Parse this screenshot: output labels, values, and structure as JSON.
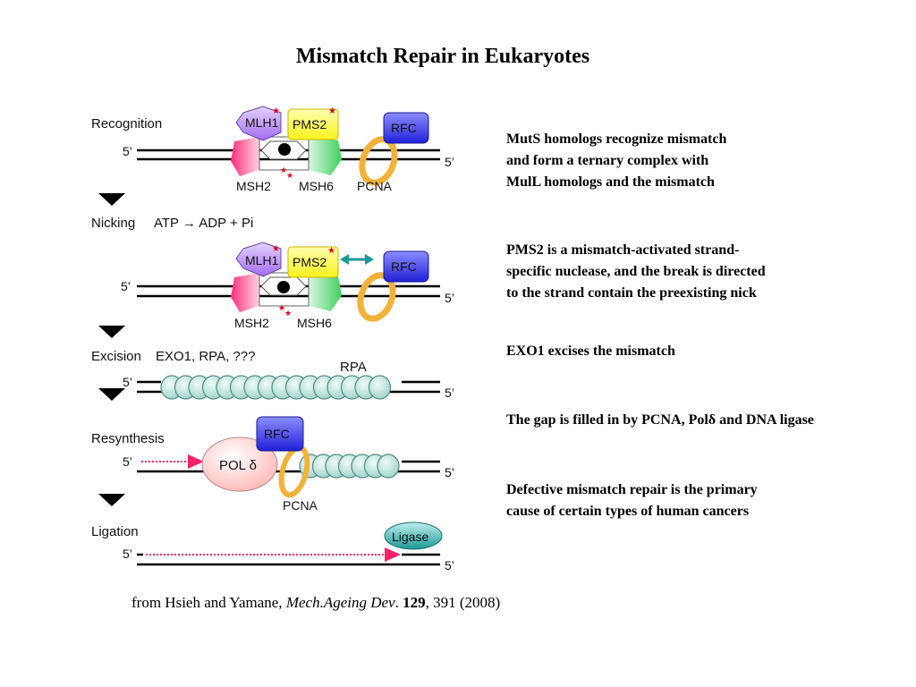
{
  "title": "Mismatch Repair in Eukaryotes",
  "steps": {
    "recognition": "Recognition",
    "nicking": "Nicking",
    "nicking_reaction": "ATP → ADP + Pi",
    "excision": "Excision",
    "excision_factors": "EXO1, RPA, ???",
    "resynthesis": "Resynthesis",
    "ligation": "Ligation"
  },
  "labels": {
    "five_prime": "5’",
    "mlh1": "MLH1",
    "pms2": "PMS2",
    "msh2": "MSH2",
    "msh6": "MSH6",
    "rfc": "RFC",
    "pcna": "PCNA",
    "rpa": "RPA",
    "pol_delta": "POL δ",
    "ligase": "Ligase"
  },
  "notes": [
    [
      "MutS homologs recognize mismatch",
      "and form a ternary complex with",
      "MulL homologs and the mismatch"
    ],
    [
      "PMS2 is a mismatch-activated strand-",
      "specific nuclease, and the break is directed",
      "to the strand contain the preexisting nick"
    ],
    [
      "EXO1 excises the mismatch"
    ],
    [
      "The gap is filled in by PCNA, Polδ and DNA ligase"
    ],
    [
      "Defective mismatch repair is the primary",
      "cause of certain types of human cancers"
    ]
  ],
  "citation": {
    "prefix": "from Hsieh and Yamane, ",
    "journal": "Mech.Ageing Dev",
    "dot": ". ",
    "volume": "129",
    "rest": ", 391 (2008)"
  },
  "colors": {
    "msh2": "#ff3d7f",
    "msh6": "#4fd36a",
    "mlh1": "#b07ff0",
    "pms2": "#ffff33",
    "rfc": "#3a3cf0",
    "pcna": "#f4b43a",
    "rpa": "#bfe3dc",
    "pol": "#ffd0d0",
    "ligase": "#1f9b95",
    "nick_arrow": "#ff1f6b",
    "teal_arrow": "#1a9a92"
  }
}
